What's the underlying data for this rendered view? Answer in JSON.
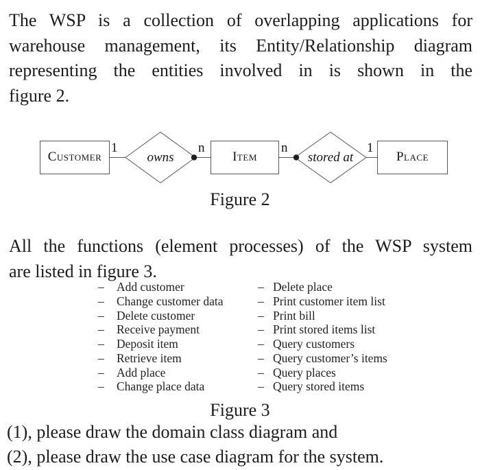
{
  "colors": {
    "background": "#ffffff",
    "text": "#1c1c1c",
    "diagram_line": "#585858"
  },
  "intro_paragraph": {
    "lines": [
      "The WSP is a collection of overlapping applications for",
      "warehouse management, its Entity/Relationship diagram",
      "representing the entities involved in is shown in the",
      "figure 2."
    ]
  },
  "figure2": {
    "caption": "Figure 2",
    "entities": {
      "customer": "Customer",
      "item": "Item",
      "place": "Place"
    },
    "relationships": {
      "owns": "owns",
      "stored_at": "stored at"
    },
    "cardinalities": {
      "customer_owns": "1",
      "owns_item": "n",
      "item_stored": "n",
      "stored_place": "1"
    }
  },
  "functions_paragraph": {
    "lines": [
      "All the functions (element processes) of the WSP system",
      "are listed in figure 3."
    ]
  },
  "figure3": {
    "caption": "Figure 3",
    "bullet": "–",
    "left_items": [
      "Add customer",
      "Change customer data",
      "Delete customer",
      "Receive payment",
      "Deposit item",
      "Retrieve item",
      "Add place",
      "Change place data"
    ],
    "right_items": [
      "Delete place",
      "Print customer item list",
      "Print bill",
      "Print stored items list",
      "Query customers",
      "Query customer’s items",
      "Query places",
      "Query stored items"
    ]
  },
  "tasks": {
    "line1": "(1), please draw the domain class diagram and",
    "line2": "(2), please draw the use case diagram for the system."
  }
}
